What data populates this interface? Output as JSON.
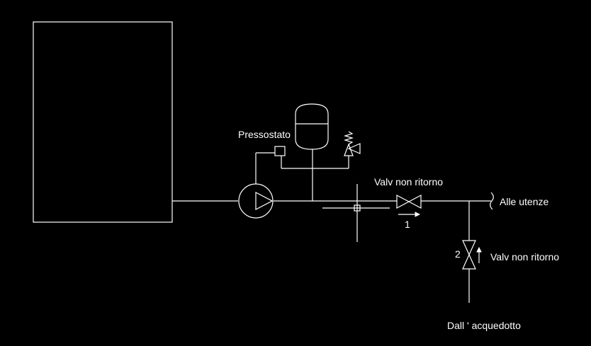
{
  "diagram": {
    "background_color": "#000000",
    "line_color": "#ffffff",
    "labels": {
      "pressure_switch": "Pressostato",
      "check_valve_top": "Valv non ritorno",
      "to_users": "Alle utenze",
      "check_valve_side": "Valv non ritorno",
      "from_aqueduct": "Dall ' acquedotto",
      "valve_1_number": "1",
      "valve_2_number": "2"
    },
    "components": [
      "tank",
      "pump",
      "pressure-switch",
      "expansion-vessel",
      "safety-valve",
      "cross-junction",
      "check-valve-1",
      "check-valve-2"
    ]
  }
}
